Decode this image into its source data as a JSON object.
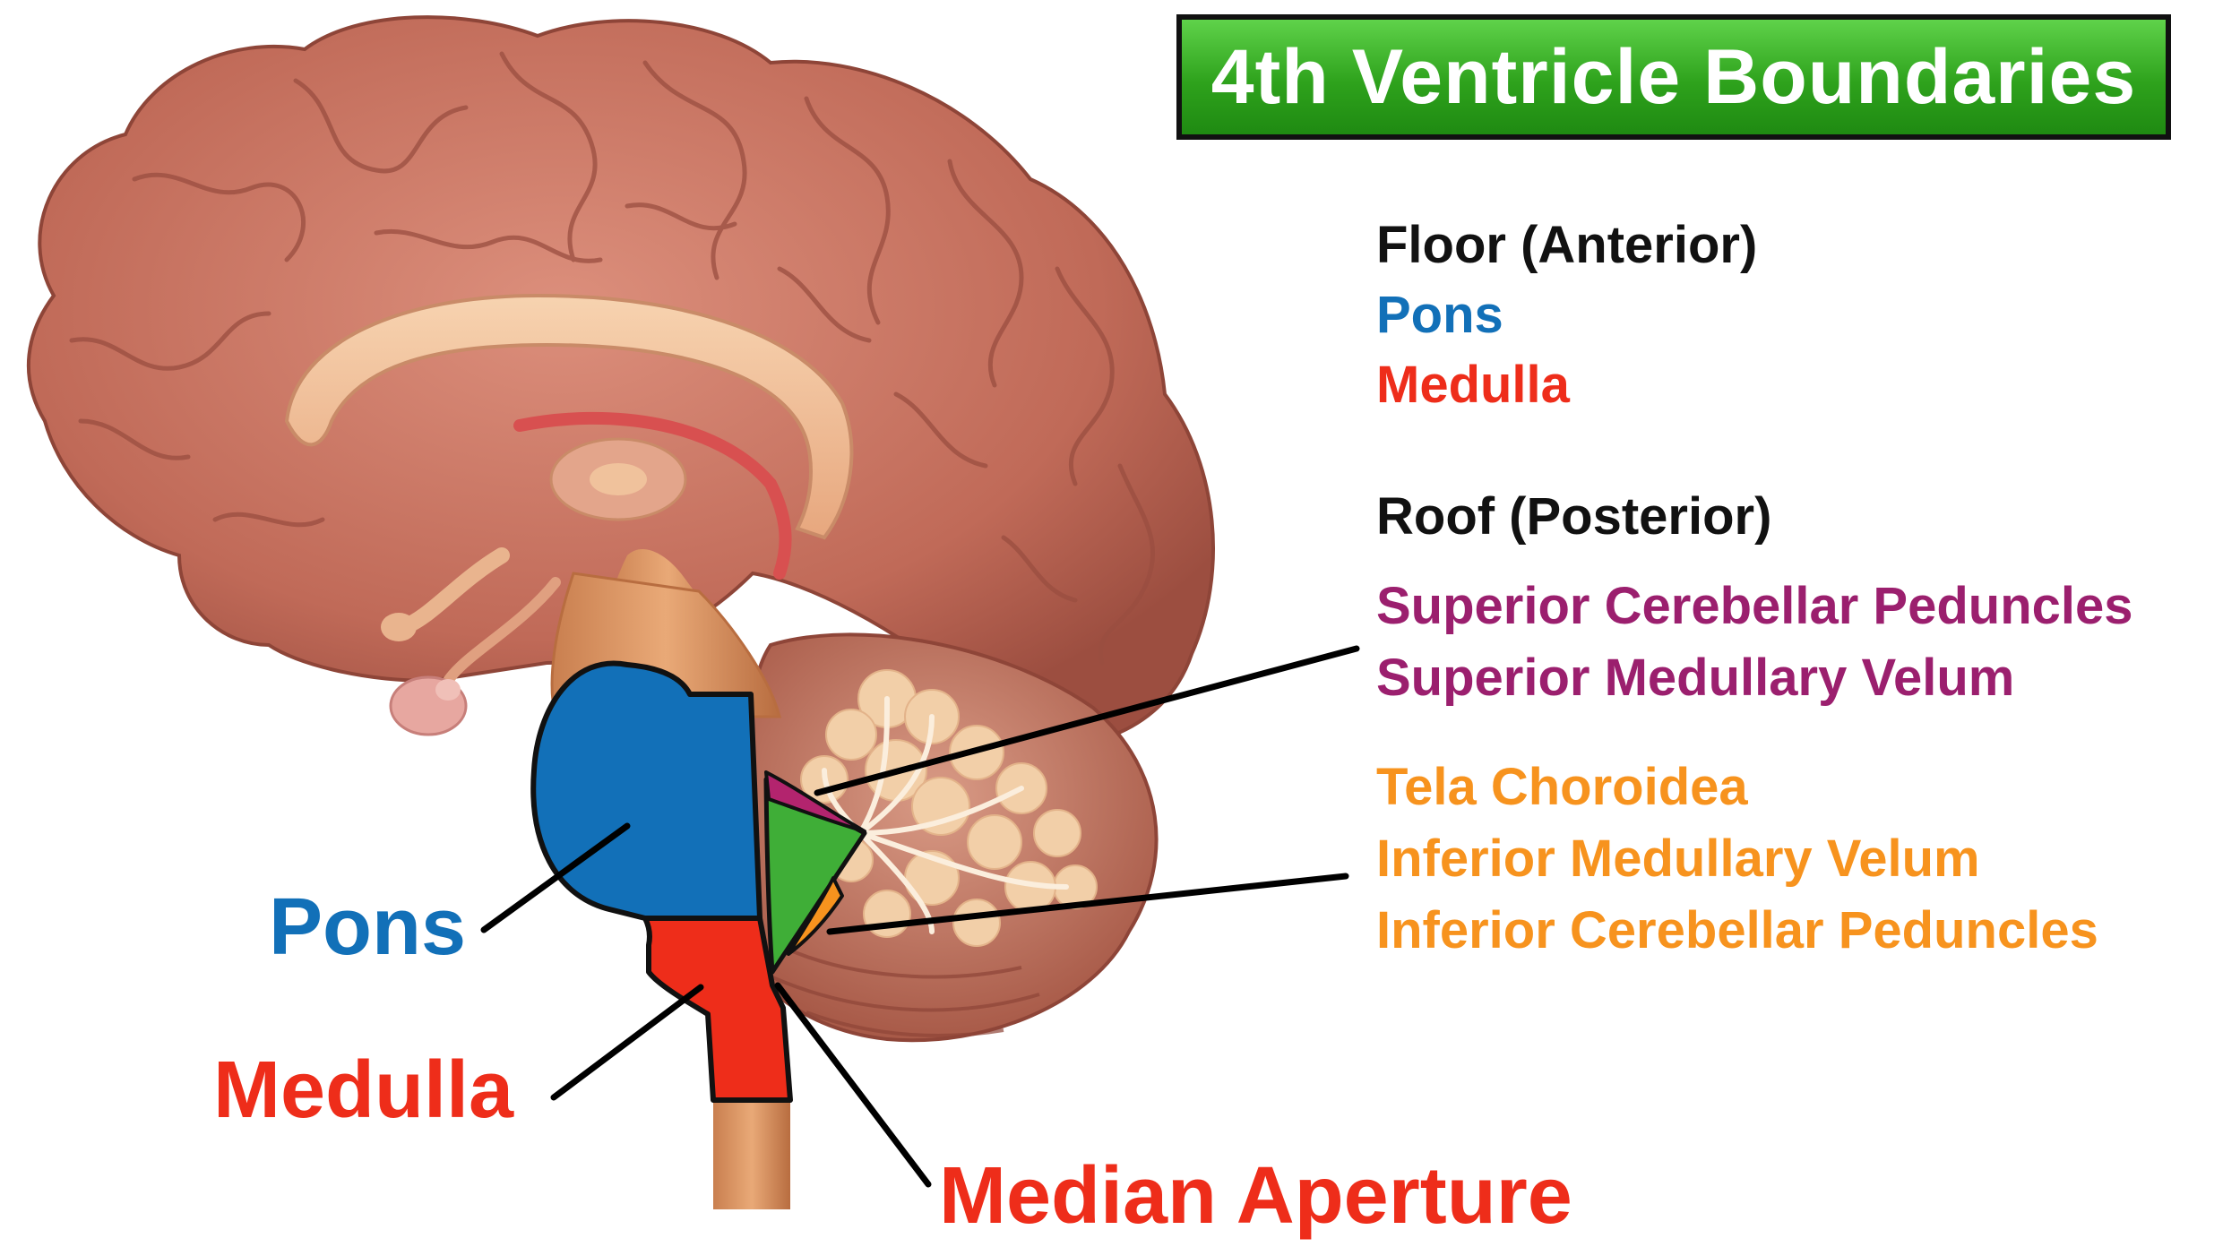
{
  "title": "4th Ventricle Boundaries",
  "floor": {
    "heading": "Floor (Anterior)",
    "items": [
      "Pons",
      "Medulla"
    ]
  },
  "roof": {
    "heading": "Roof (Posterior)",
    "superior_items": [
      "Superior Cerebellar Peduncles",
      "Superior Medullary Velum"
    ],
    "inferior_items": [
      "Tela Choroidea",
      "Inferior Medullary Velum",
      "Inferior Cerebellar Peduncles"
    ]
  },
  "labels": {
    "pons": "Pons",
    "medulla": "Medulla",
    "median_aperture": "Median Aperture"
  },
  "colors": {
    "title_bg": "#2ea21c",
    "heading": "#111111",
    "pons": "#1270b8",
    "medulla": "#ee2d1a",
    "superior_roof": "#9b1f6e",
    "inferior_roof": "#f7931e",
    "ventricle": "#3fae37"
  }
}
